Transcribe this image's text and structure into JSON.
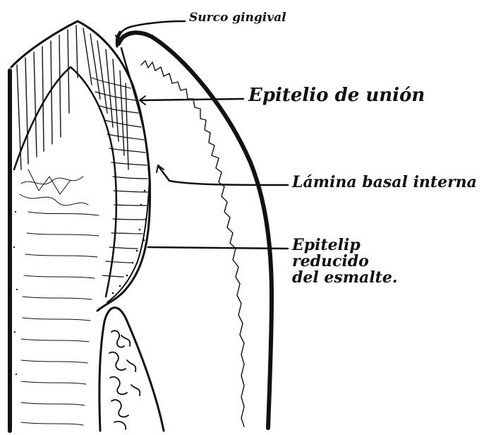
{
  "labels": {
    "surco": "Surco gingival",
    "epitelio_union": "Epitelio de unión",
    "lamina": "Lámina basal interna",
    "reducido_line1": "Epitelip",
    "reducido_line2": "reducido",
    "reducido_line3": "del esmalte."
  },
  "colors": {
    "ink": "#111111",
    "paper": "#ffffff"
  }
}
